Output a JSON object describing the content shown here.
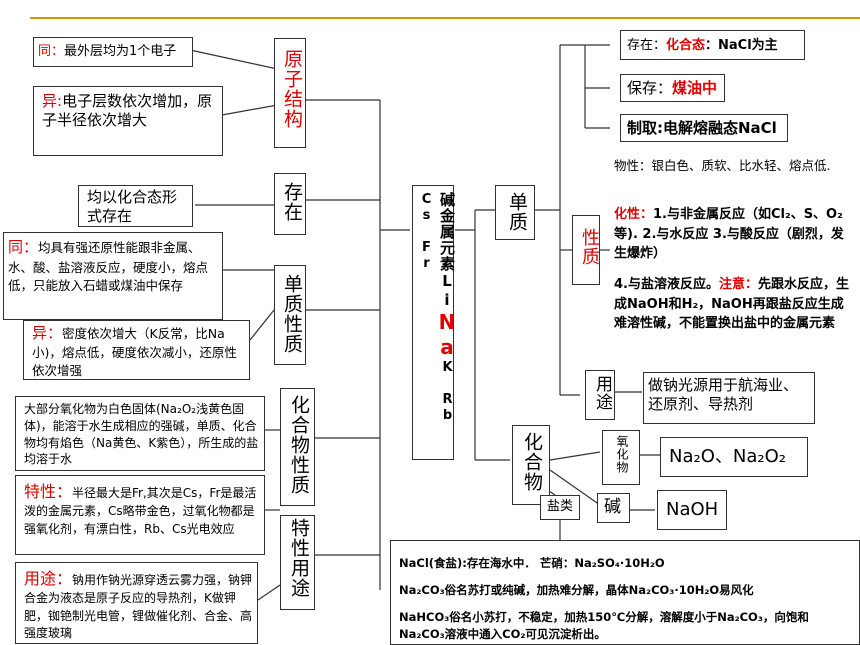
{
  "center": {
    "label": "碱金属元素Li",
    "na": "Na",
    "rest": "K Rb Cs Fr"
  },
  "left": {
    "atomic_structure": {
      "title": "原子结构",
      "same_label": "同：",
      "same_text": "最外层均为1个电子",
      "diff_label": "异:",
      "diff_text": "电子层数依次增加，原子半径依次增大"
    },
    "existence": {
      "title": "存在",
      "text": "均以化合态形式存在"
    },
    "properties": {
      "title": "单质性质",
      "same_label": "同：",
      "same_text": "均具有强还原性能跟非金属、水、酸、盐溶液反应，硬度小，熔点低，只能放入石蜡或煤油中保存",
      "diff_label": "异：",
      "diff_text": "密度依次增大（K反常，比Na小)，熔点低，硬度依次减小，还原性依次增强"
    },
    "compounds": {
      "title": "化合物性质",
      "text": "大部分氧化物为白色固体(Na₂O₂浅黄色固体)，能溶于水生成相应的强碱，单质、化合物均有焰色（Na黄色、K紫色），所生成的盐均溶于水"
    },
    "special": {
      "title": "特性用途",
      "trait_label": "特性：",
      "trait_text": "半径最大是Fr,其次是Cs，Fr是最活泼的金属元素，Cs略带金色，过氧化物都是强氧化剂，有漂白性，Rb、Cs光电效应",
      "use_label": "用途：",
      "use_text": "钠用作钠光源穿透云雾力强，钠钾合金为液态是原子反应的导热剂，K做钾肥，铷铯制光电管，锂做催化剂、合金、高强度玻璃"
    }
  },
  "right": {
    "element_label": "单质",
    "existence_label": "存在：",
    "existence_value": "化合态",
    "existence_tail": "：NaCl为主",
    "storage_label": "保存：",
    "storage_value": "煤油中",
    "preparation": "制取:电解熔融态NaCl",
    "nature_label": "性质",
    "physical": "物性：银白色、质软、比水轻、熔点低.",
    "chemical_label": "化性：",
    "chemical_text": "1.与非金属反应（如Cl₂、S、O₂等). 2.与水反应 3.与酸反应（剧烈，发生爆炸）",
    "salt_reaction": "4.与盐溶液反应。",
    "note_label": "注意：",
    "note_text": "先跟水反应，生成NaOH和H₂，NaOH再跟盐反应生成难溶性碱，不能置换出盐中的金属元素",
    "use_label": "用途",
    "use_text": "做钠光源用于航海业、还原剂、导热剂",
    "compound_label": "化合物",
    "oxide_label": "氧化物",
    "oxides": "Na₂O、Na₂O₂",
    "salt_label": "盐类",
    "base_label": "碱",
    "base_value": "NaOH",
    "salts": [
      "NaCl(食盐):存在海水中． 芒硝：Na₂SO₄·10H₂O",
      "Na₂CO₃俗名苏打或纯碱，加热难分解，晶体Na₂CO₃·10H₂O易风化",
      "NaHCO₃俗名小苏打，不稳定，加热150℃分解，溶解度小于Na₂CO₃，向饱和Na₂CO₃溶液中通入CO₂可见沉淀析出。"
    ]
  }
}
